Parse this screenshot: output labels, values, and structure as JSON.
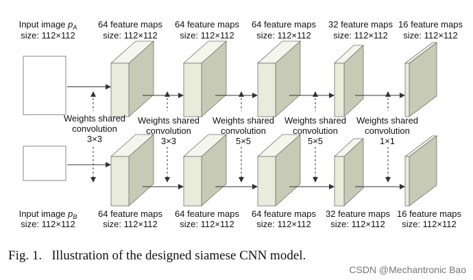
{
  "input_top": {
    "line1": "Input image ",
    "var": "p",
    "sub": "A",
    "line2": "size: 112×112"
  },
  "input_bottom": {
    "line1": "Input image ",
    "var": "p",
    "sub": "B",
    "line2": "size: 112×112"
  },
  "layers": [
    {
      "maps": "64 feature maps",
      "size": "size: 112×112"
    },
    {
      "maps": "64 feature maps",
      "size": "size: 112×112"
    },
    {
      "maps": "64 feature maps",
      "size": "size: 112×112"
    },
    {
      "maps": "32 feature maps",
      "size": "size: 112×112"
    },
    {
      "maps": "16 feature maps",
      "size": "size: 112×112"
    }
  ],
  "weights": [
    {
      "line1": "Weights shared",
      "line2": "convolution",
      "kernel": "3×3"
    },
    {
      "line1": "Weights shared",
      "line2": "convolution",
      "kernel": "3×3"
    },
    {
      "line1": "Weights shared",
      "line2": "convolution",
      "kernel": "5×5"
    },
    {
      "line1": "Weights shared",
      "line2": "convolution",
      "kernel": "5×5"
    },
    {
      "line1": "Weights shared",
      "line2": "convolution",
      "kernel": "1×1"
    }
  ],
  "caption": "Fig. 1.   Illustration of the designed siamese CNN model.",
  "watermark": "CSDN @Mechantronic Bao",
  "colors": {
    "box_front": "#e9ebdc",
    "box_side": "#c7cab4",
    "box_top": "#f4f5ec",
    "stroke": "#707070",
    "arrow": "#333333"
  }
}
